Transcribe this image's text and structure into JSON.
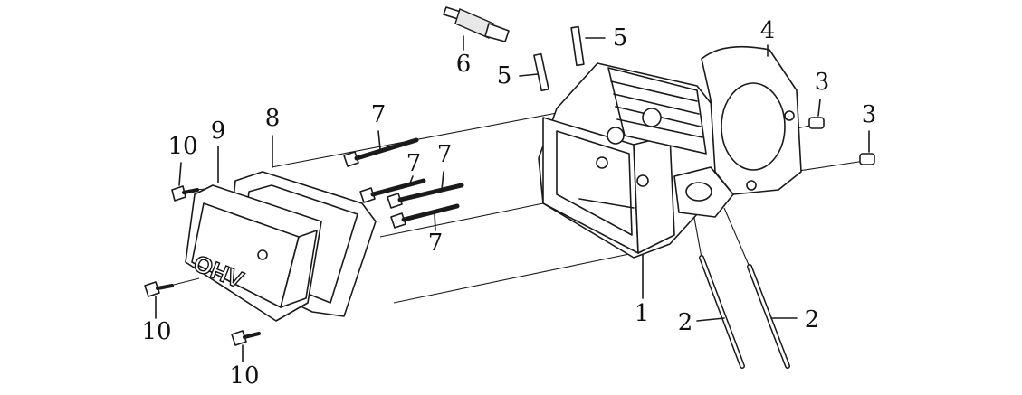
{
  "labels": {
    "p1": "1",
    "p2a": "2",
    "p2b": "2",
    "p3a": "3",
    "p3b": "3",
    "p4": "4",
    "p5a": "5",
    "p5b": "5",
    "p6": "6",
    "p7a": "7",
    "p7b": "7",
    "p7c": "7",
    "p7d": "7",
    "p8": "8",
    "p9": "9",
    "p10a": "10",
    "p10b": "10",
    "p10c": "10"
  },
  "cover_lettering": "OHV"
}
